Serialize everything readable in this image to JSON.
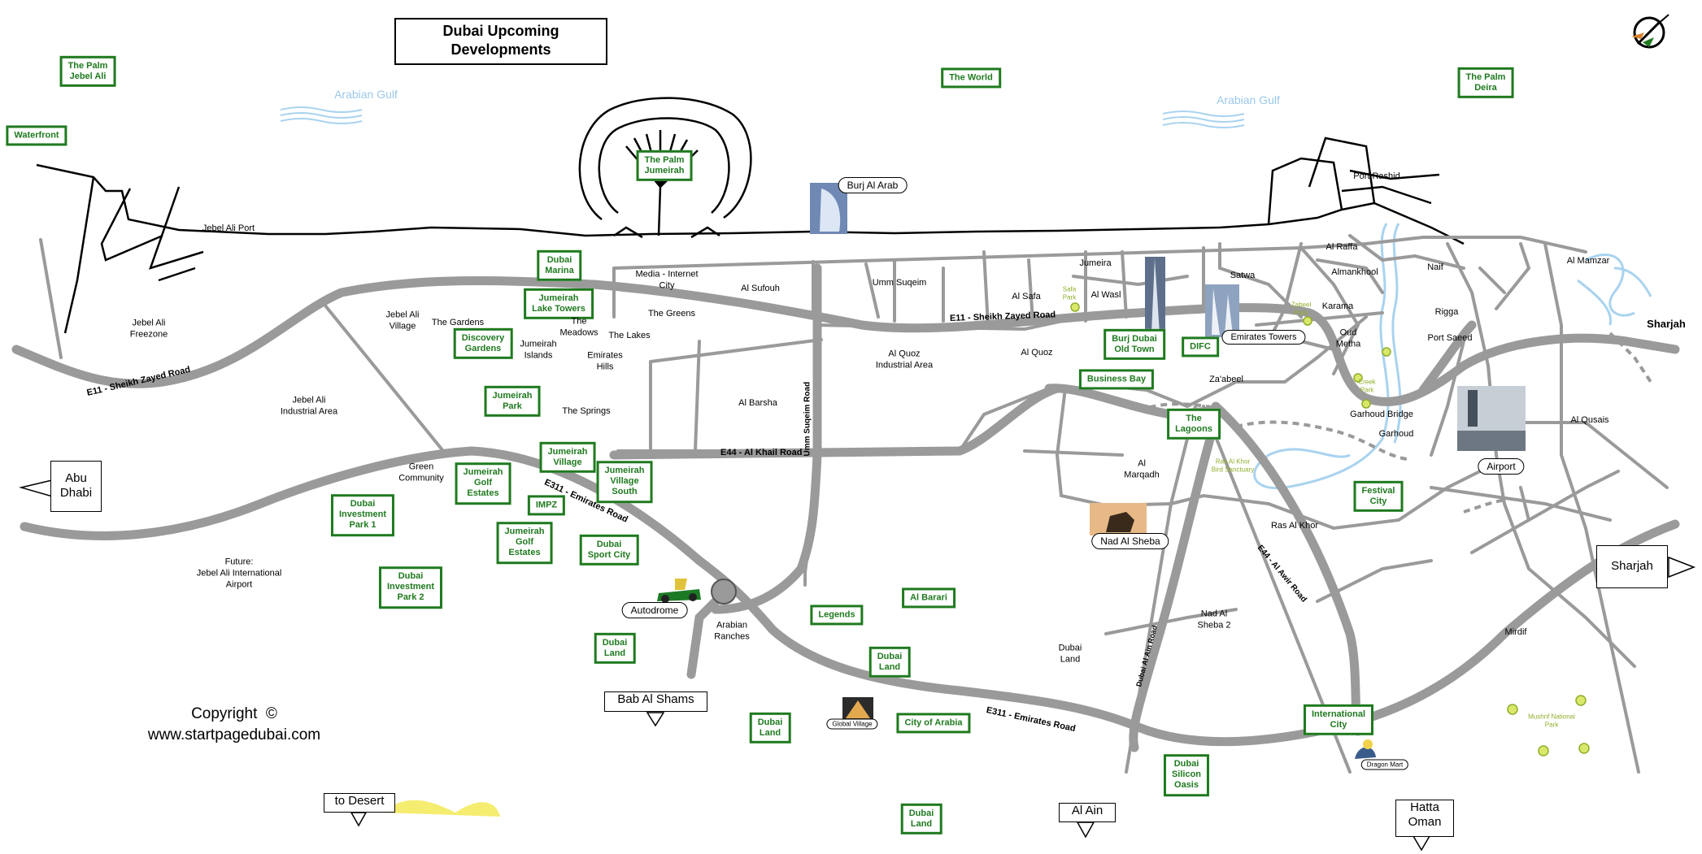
{
  "title": "Dubai Upcoming\nDevelopments",
  "copyright": "Copyright  ©\nwww.startpagedubai.com",
  "colors": {
    "road": "#9a9a9a",
    "development": "#1f7a1f",
    "water": "#a9d3ef",
    "park": "#8fae2a"
  },
  "sea_labels": [
    "Arabian Gulf",
    "Arabian Gulf"
  ],
  "developments": [
    "The Palm\nJebel Ali",
    "Waterfront",
    "The Palm\nJumeirah",
    "The World",
    "The Palm\nDeira",
    "Dubai\nMarina",
    "Jumeirah\nLake Towers",
    "Discovery\nGardens",
    "Jumeirah\nPark",
    "Jumeirah\nVillage",
    "Jumeirah\nVillage\nSouth",
    "Jumeirah\nGolf\nEstates",
    "IMPZ",
    "Jumeirah\nGolf\nEstates",
    "Dubai\nSport City",
    "Dubai\nInvestment\nPark 1",
    "Dubai\nInvestment\nPark 2",
    "Burj Dubai\nOld Town",
    "DIFC",
    "Business Bay",
    "The\nLagoons",
    "Festival\nCity",
    "Al Barari",
    "Legends",
    "Dubai\nLand",
    "Dubai\nLand",
    "Dubai\nLand",
    "City of Arabia",
    "Dubai\nLand",
    "International\nCity",
    "Dubai\nSilicon\nOasis"
  ],
  "areas": [
    "Jebel Ali Port",
    "Jebel Ali\nFreezone",
    "Jebel Ali\nVillage",
    "The Gardens",
    "Jumeirah\nIslands",
    "The\nMeadows",
    "The Lakes",
    "Emirates\nHills",
    "The Springs",
    "Media - Internet\nCity",
    "The Greens",
    "Al Sufouh",
    "Umm Suqeim",
    "Al Barsha",
    "Al Quoz\nIndustrial Area",
    "Al Quoz",
    "Al Safa",
    "Al Wasl",
    "Jumeira",
    "Satwa",
    "Karama",
    "Oud\nMetha",
    "Almankhool",
    "Al Raffa",
    "Port Rashid",
    "Naif",
    "Al Mamzar",
    "Rigga",
    "Port Saeed",
    "Garhoud Bridge",
    "Garhoud",
    "Al Qusais",
    "Za'abeel",
    "Al\nMarqadh",
    "Ras Al Khor",
    "Nad Al\nSheba 2",
    "Dubai\nLand",
    "Mirdif",
    "Jebel Ali\nIndustrial Area",
    "Green\nCommunity",
    "Future:\nJebel Ali International\nAirport",
    "Arabian\nRanches",
    "Sharjah"
  ],
  "parks": [
    "Safa\nPark",
    "Zabeel\nPark",
    "Creek\nPark",
    "Ras Al Khor\nBird Sanctuary",
    "Mushrif National\nPark"
  ],
  "roads": [
    "E11 - Sheikh Zayed Road",
    "E11 - Sheikh Zayed Road",
    "E44 - Al Khail Road",
    "Umm Suqeim Road",
    "E311 - Emirates Road",
    "E311 - Emirates Road",
    "Dubai Al Ain Road",
    "E44 - Al Awir Road"
  ],
  "landmarks": [
    "Burj Al Arab",
    "Emirates Towers",
    "Airport",
    "Nad Al Sheba",
    "Autodrome",
    "Global Village",
    "Dragon Mart"
  ],
  "exits": [
    "Abu\nDhabi",
    "Sharjah",
    "Bab Al Shams",
    "to Desert",
    "Al Ain",
    "Hatta\nOman"
  ]
}
